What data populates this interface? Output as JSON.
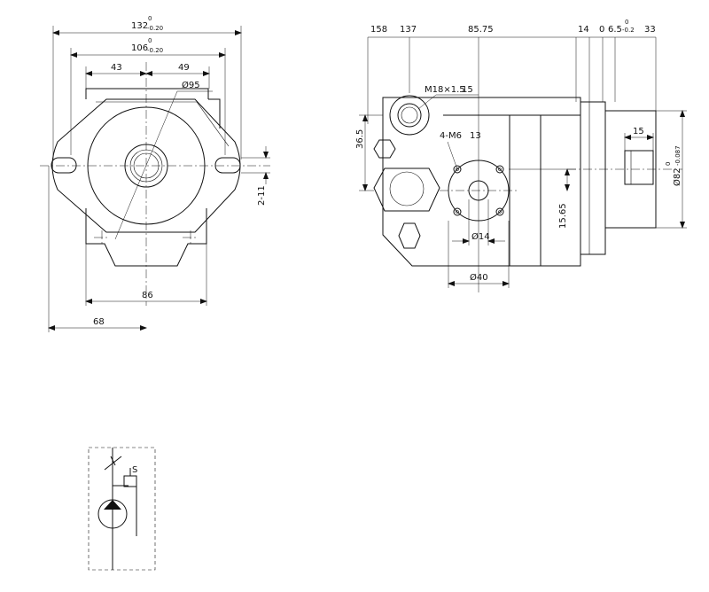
{
  "front_view": {
    "dim_overall_width": "132",
    "dim_overall_width_tol_upper": "0",
    "dim_overall_width_tol_lower": "-0.20",
    "dim_bolt_spacing": "106",
    "dim_bolt_spacing_tol_upper": "0",
    "dim_bolt_spacing_tol_lower": "-0.20",
    "dim_left_offset": "43",
    "dim_right_offset": "49",
    "dim_flange_diameter": "Ø95",
    "dim_slot": "2-11",
    "dim_body_width": "86",
    "dim_half_width": "68"
  },
  "side_view": {
    "dim_158": "158",
    "dim_137": "137",
    "dim_85_75": "85.75",
    "dim_14": "14",
    "dim_0": "0",
    "dim_6_5": "6.5",
    "dim_6_5_tol": "-0.2",
    "dim_6_5_tol_upper": "0",
    "dim_33": "33",
    "port_thread": "M18×1.5",
    "port_depth": "15",
    "mount_threads": "4-M6",
    "mount_depth": "13",
    "dim_36_5": "36.5",
    "dim_15_65": "15.65",
    "dim_inner_port": "Ø14",
    "dim_port_flange": "Ø40",
    "dim_shaft_length": "15",
    "dim_pilot_diameter": "Ø82",
    "dim_pilot_tol_upper": "0",
    "dim_pilot_tol_lower": "-0.087"
  },
  "symbol": {
    "spring_label": "S"
  }
}
